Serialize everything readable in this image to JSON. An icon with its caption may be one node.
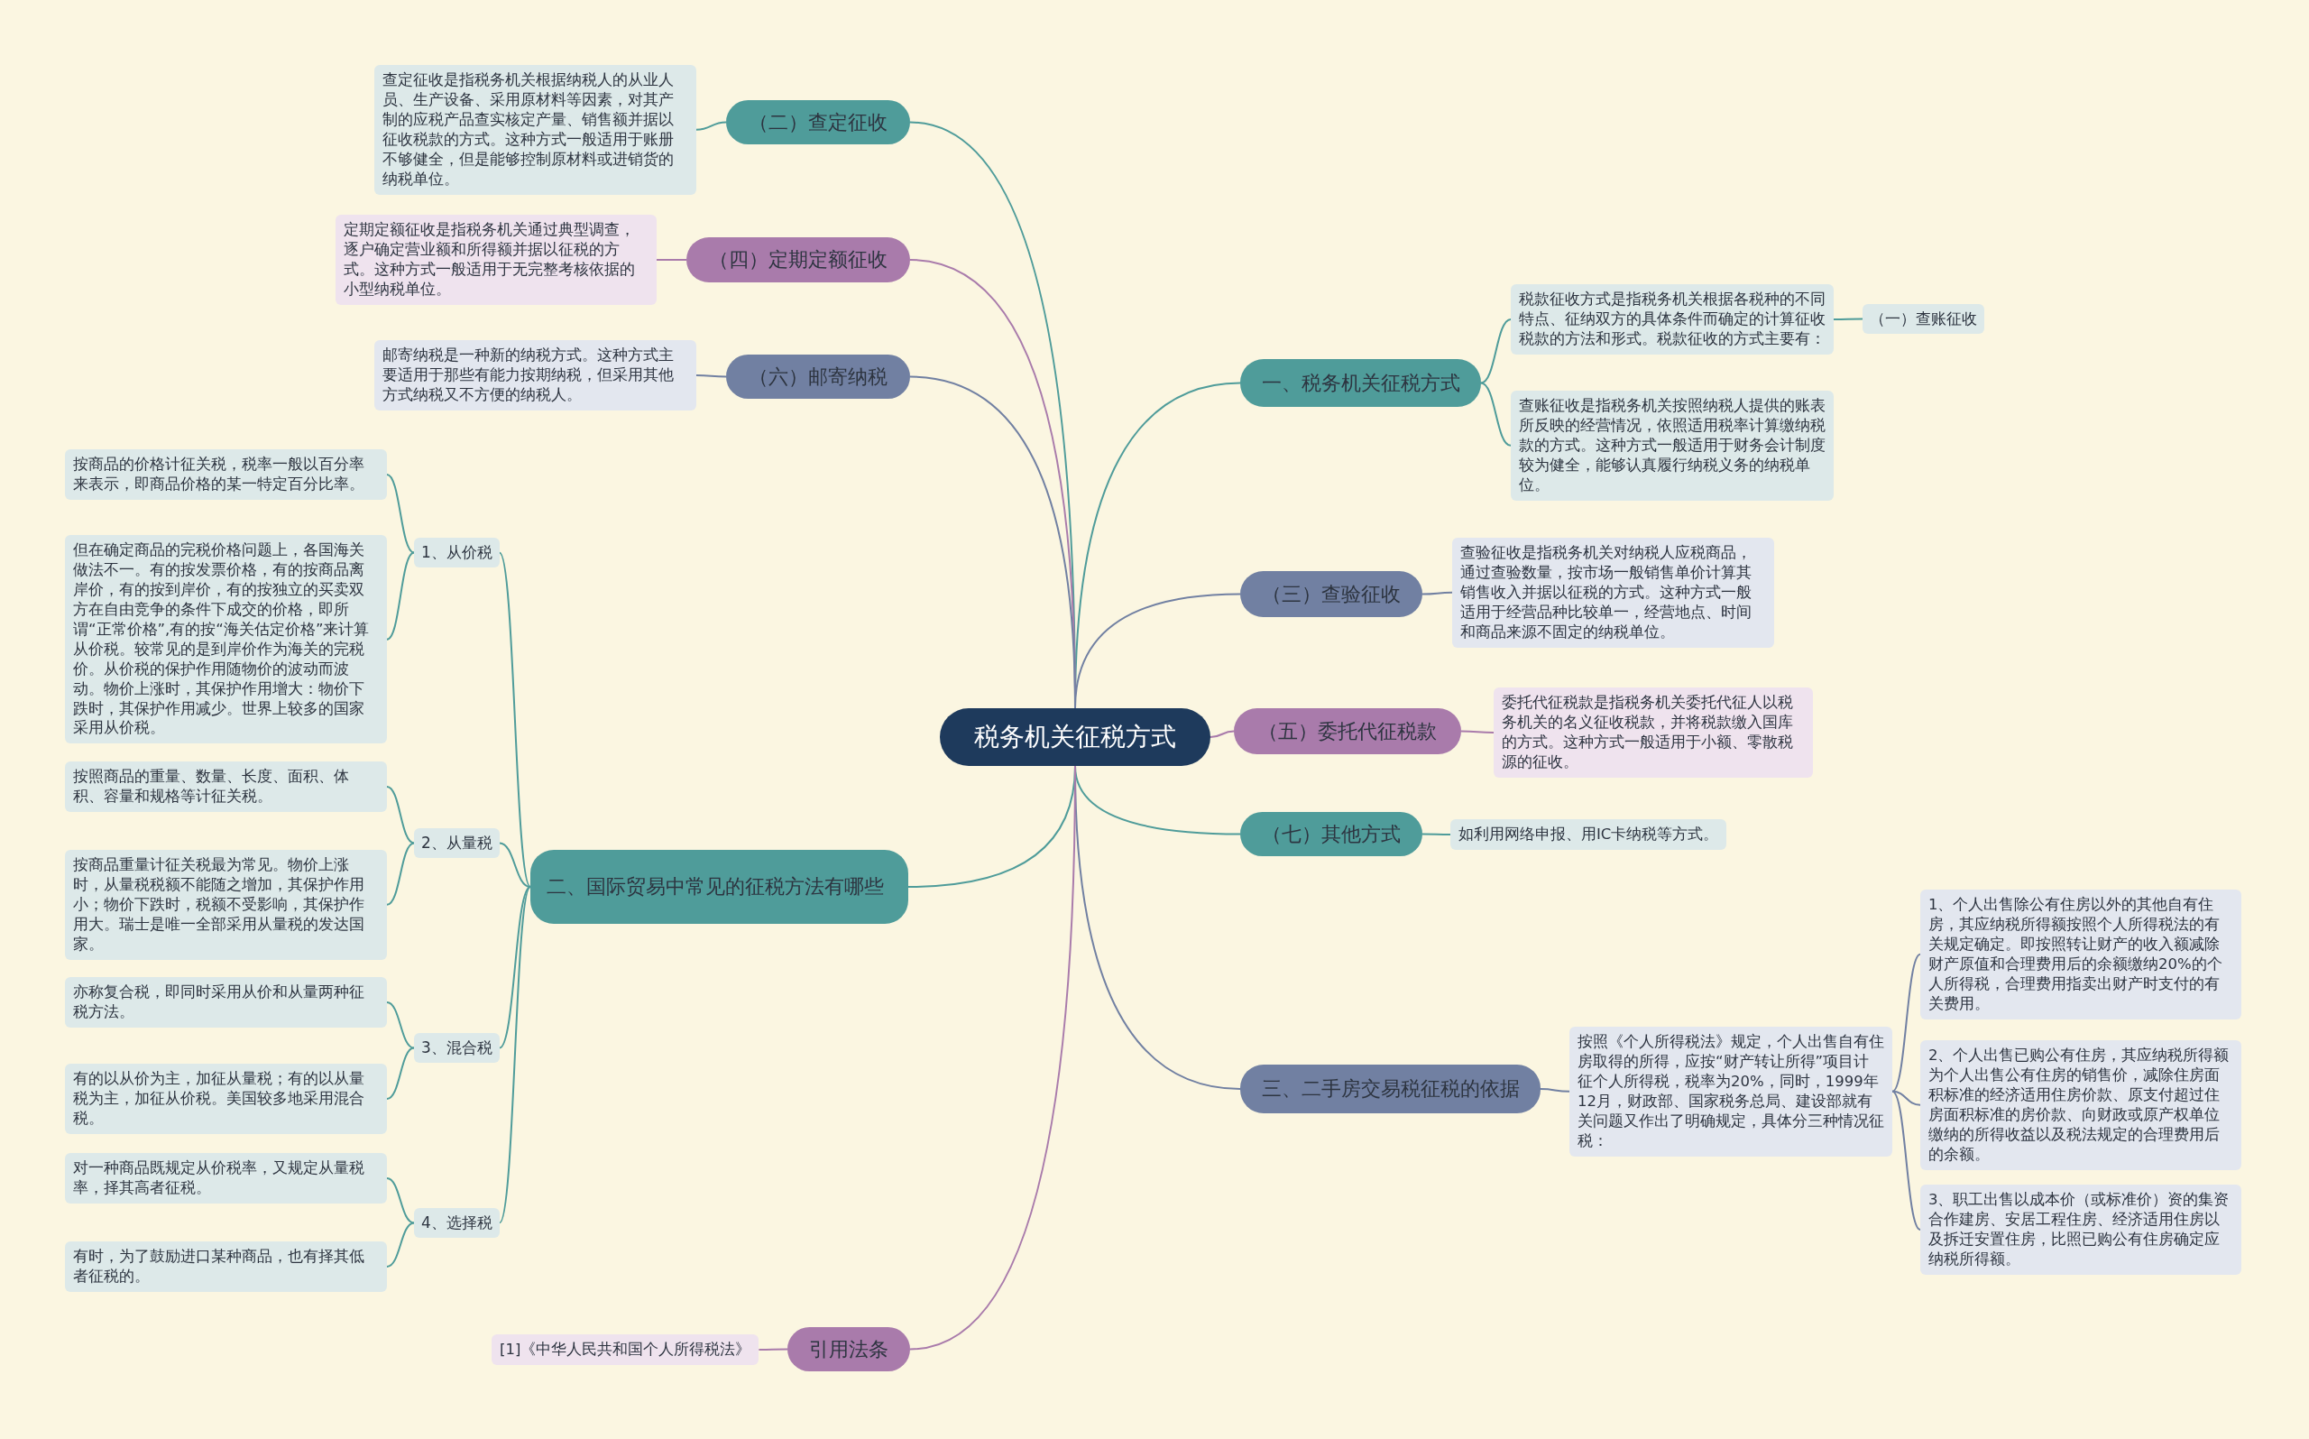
{
  "diagram": {
    "nodes": [
      {
        "text": [
          "税务机关征税方式"
        ]
      },
      {
        "text": [
          "一、税务机关征税方式"
        ]
      },
      {
        "text": [
          "税款征收方式是指税务机关根据各税种的不同特点、征纳双方的具体条件而确定的计算征收税款的方法和形式。税款征收的方式主要有："
        ]
      },
      {
        "text": [
          "（一）查账征收"
        ]
      },
      {
        "text": [
          "查账征收是指税务机关按照纳税人提供的账表所反映的经营情况，依照适用税率计算缴纳税款的方式。这种方式一般适用于财务会计制度较为健全，能够认真履行纳税义务的纳税单位。"
        ]
      },
      {
        "text": [
          "（二）查定征收"
        ]
      },
      {
        "text": [
          "查定征收是指税务机关根据纳税人的从业人员、生产设备、采用原材料等因素，对其产制的应税产品查实核定产量、销售额并据以征收税款的方式。这种方式一般适用于账册不够健全，但是能够控制原材料或进销货的纳税单位。"
        ]
      },
      {
        "text": [
          "（三）查验征收"
        ]
      },
      {
        "text": [
          "查验征收是指税务机关对纳税人应税商品，通过查验数量，按市场一般销售单价计算其销售收入并据以征税的方式。这种方式一般适用于经营品种比较单一，经营地点、时间和商品来源不固定的纳税单位。"
        ]
      },
      {
        "text": [
          "（四）定期定额征收"
        ]
      },
      {
        "text": [
          "定期定额征收是指税务机关通过典型调查，逐户确定营业额和所得额并据以征税的方式。这种方式一般适用于无完整考核依据的小型纳税单位。"
        ]
      },
      {
        "text": [
          "（五）委托代征税款"
        ]
      },
      {
        "text": [
          "委托代征税款是指税务机关委托代征人以税务机关的名义征收税款，并将税款缴入国库的方式。这种方式一般适用于小额、零散税源的征收。"
        ]
      },
      {
        "text": [
          "（六）邮寄纳税"
        ]
      },
      {
        "text": [
          "邮寄纳税是一种新的纳税方式。这种方式主要适用于那些有能力按期纳税，但采用其他方式纳税又不方便的纳税人。"
        ]
      },
      {
        "text": [
          "（七）其他方式"
        ]
      },
      {
        "text": [
          "如利用网络申报、用IC卡纳税等方式。"
        ]
      },
      {
        "text": [
          "二、国际贸易中常见的征税方法有哪些"
        ]
      },
      {
        "text": [
          "1、从价税"
        ]
      },
      {
        "text": [
          "按商品的价格计征关税，税率一般以百分率来表示，即商品价格的某一特定百分比率。"
        ]
      },
      {
        "text": [
          "但在确定商品的完税价格问题上，各国海关做法不一。有的按发票价格，有的按商品离岸价，有的按到岸价，有的按独立的买卖双方在自由竞争的条件下成交的价格，即所谓“正常价格”,有的按“海关估定价格”来计算从价税。较常见的是到岸价作为海关的完税价。从价税的保护作用随物价的波动而波动。物价上涨时，其保护作用增大：物价下跌时，其保护作用减少。世界上较多的国家采用从价税。"
        ]
      },
      {
        "text": [
          "2、从量税"
        ]
      },
      {
        "text": [
          "按照商品的重量、数量、长度、面积、体积、容量和规格等计征关税。"
        ]
      },
      {
        "text": [
          "按商品重量计征关税最为常见。物价上涨时，从量税税额不能随之增加，其保护作用小；物价下跌时，税额不受影响，其保护作用大。瑞士是唯一全部采用从量税的发达国家。"
        ]
      },
      {
        "text": [
          "3、混合税"
        ]
      },
      {
        "text": [
          "亦称复合税，即同时采用从价和从量两种征税方法。"
        ]
      },
      {
        "text": [
          "有的以从价为主，加征从量税；有的以从量税为主，加征从价税。美国较多地采用混合税。"
        ]
      },
      {
        "text": [
          "4、选择税"
        ]
      },
      {
        "text": [
          "对一种商品既规定从价税率，又规定从量税率，择其高者征税。"
        ]
      },
      {
        "text": [
          "有时，为了鼓励进口某种商品，也有择其低者征税的。"
        ]
      },
      {
        "text": [
          "三、二手房交易税征税的依据"
        ]
      },
      {
        "text": [
          "按照《个人所得税法》规定，个人出售自有住房取得的所得，应按“财产转让所得”项目计征个人所得税，税率为20%，同时，1999年12月，财政部、国家税务总局、建设部就有关问题又作出了明确规定，具体分三种情况征税："
        ]
      },
      {
        "text": [
          "1、个人出售除公有住房以外的其他自有住房，其应纳税所得额按照个人所得税法的有关规定确定。即按照转让财产的收入额减除财产原值和合理费用后的余额缴纳20%的个人所得税，合理费用指卖出财产时支付的有关费用。"
        ]
      },
      {
        "text": [
          "2、个人出售已购公有住房，其应纳税所得额为个人出售公有住房的销售价，减除住房面积标准的经济适用住房价款、原支付超过住房面积标准的房价款、向财政或原产权单位缴纳的所得收益以及税法规定的合理费用后的余额。"
        ]
      },
      {
        "text": [
          "3、职工出售以成本价（或标准价）资的集资合作建房、安居工程住房、经济适用住房以及拆迁安置住房，比照已购公有住房确定应纳税所得额。"
        ]
      },
      {
        "text": [
          "引用法条"
        ]
      },
      {
        "text": [
          "[1]《中华人民共和国个人所得税法》"
        ]
      }
    ],
    "edges": [
      {
        "from": 0,
        "to": 1,
        "arrow": "none"
      },
      {
        "from": 1,
        "to": 2,
        "arrow": "none"
      },
      {
        "from": 1,
        "to": 4,
        "arrow": "none"
      },
      {
        "from": 2,
        "to": 3,
        "arrow": "none"
      },
      {
        "from": 0,
        "to": 5,
        "arrow": "none"
      },
      {
        "from": 5,
        "to": 6,
        "arrow": "none"
      },
      {
        "from": 0,
        "to": 7,
        "arrow": "none",
        "color": "#7180a2"
      },
      {
        "from": 7,
        "to": 8,
        "arrow": "none",
        "color": "#7180a2"
      },
      {
        "from": 0,
        "to": 9,
        "arrow": "none",
        "color": "#a97bab"
      },
      {
        "from": 9,
        "to": 10,
        "arrow": "none",
        "color": "#a97bab"
      },
      {
        "from": 0,
        "to": 11,
        "arrow": "none",
        "color": "#a97bab"
      },
      {
        "from": 11,
        "to": 12,
        "arrow": "none",
        "color": "#a97bab"
      },
      {
        "from": 0,
        "to": 13,
        "arrow": "none",
        "color": "#7180a2"
      },
      {
        "from": 13,
        "to": 14,
        "arrow": "none",
        "color": "#7180a2"
      },
      {
        "from": 0,
        "to": 15,
        "arrow": "none"
      },
      {
        "from": 15,
        "to": 16,
        "arrow": "none"
      },
      {
        "from": 0,
        "to": 17,
        "arrow": "none"
      },
      {
        "from": 17,
        "to": 18,
        "arrow": "none"
      },
      {
        "from": 17,
        "to": 21,
        "arrow": "none"
      },
      {
        "from": 17,
        "to": 24,
        "arrow": "none"
      },
      {
        "from": 17,
        "to": 27,
        "arrow": "none"
      },
      {
        "from": 18,
        "to": 19,
        "arrow": "none"
      },
      {
        "from": 18,
        "to": 20,
        "arrow": "none"
      },
      {
        "from": 21,
        "to": 22,
        "arrow": "none"
      },
      {
        "from": 21,
        "to": 23,
        "arrow": "none"
      },
      {
        "from": 24,
        "to": 25,
        "arrow": "none"
      },
      {
        "from": 24,
        "to": 26,
        "arrow": "none"
      },
      {
        "from": 27,
        "to": 28,
        "arrow": "none"
      },
      {
        "from": 27,
        "to": 29,
        "arrow": "none"
      },
      {
        "from": 0,
        "to": 30,
        "arrow": "none",
        "color": "#7180a2"
      },
      {
        "from": 30,
        "to": 31,
        "arrow": "none",
        "color": "#7180a2"
      },
      {
        "from": 31,
        "to": 32,
        "arrow": "none",
        "color": "#7180a2"
      },
      {
        "from": 31,
        "to": 33,
        "arrow": "none",
        "color": "#7180a2"
      },
      {
        "from": 31,
        "to": 34,
        "arrow": "none",
        "color": "#7180a2"
      },
      {
        "from": 0,
        "to": 35,
        "arrow": "none",
        "color": "#a97bab"
      },
      {
        "from": 35,
        "to": 36,
        "arrow": "none",
        "color": "#a97bab"
      }
    ]
  }
}
